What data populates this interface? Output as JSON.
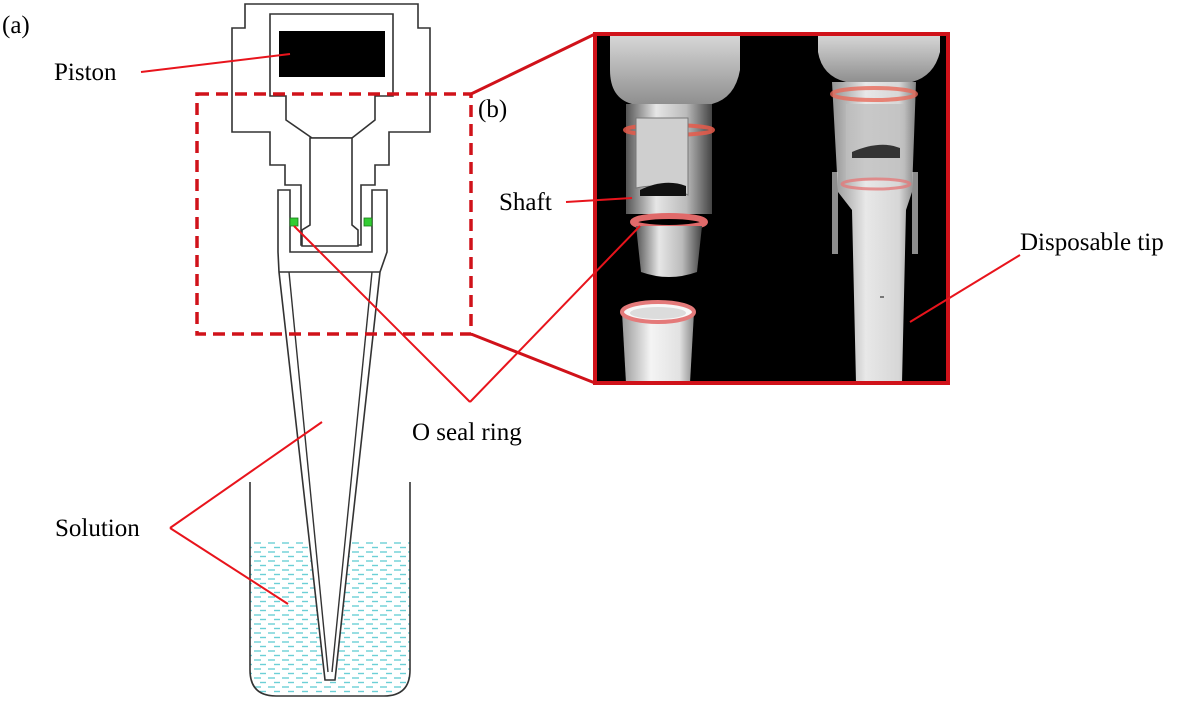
{
  "labels": {
    "panel_a": "(a)",
    "panel_b": "(b)",
    "piston": "Piston",
    "shaft": "Shaft",
    "disposable_tip": "Disposable tip",
    "o_seal_ring": "O seal ring",
    "solution": "Solution"
  },
  "colors": {
    "leader_lines": "#e8141c",
    "zoom_frame": "#d0121a",
    "solution_dash": "#6ccfd6",
    "o_ring": "#33cc33",
    "piston": "#000000",
    "photo_background": "#000000"
  }
}
